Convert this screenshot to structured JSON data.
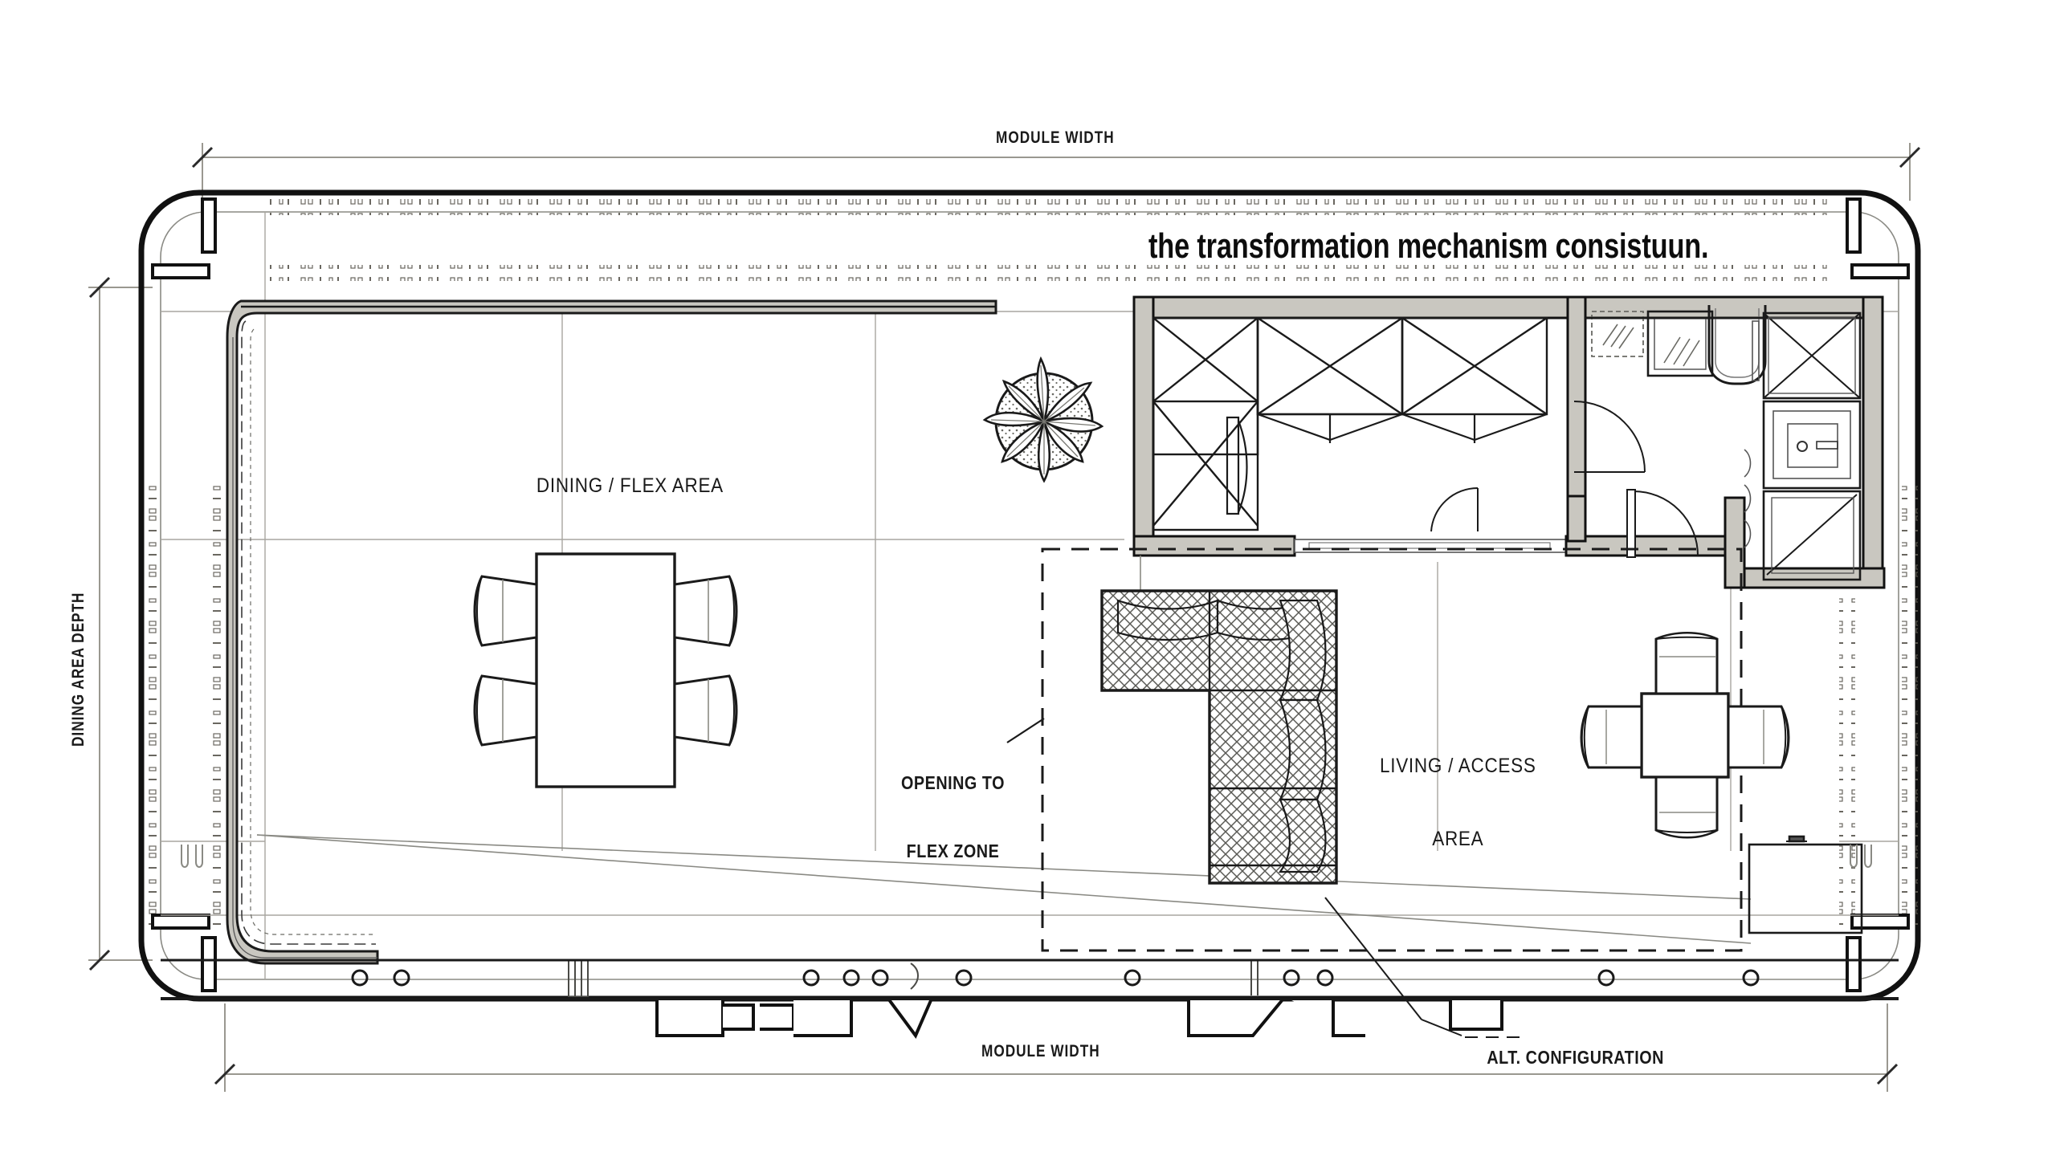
{
  "drawing": {
    "type": "architectural-floor-plan",
    "title": "the transformation mechanism consistuun.",
    "background_color": "#ffffff",
    "line_color": "#1a1a1a",
    "wall_fill_color": "#c9c7c0",
    "hatch_color": "#555555"
  },
  "dimensions": {
    "top": {
      "label": "MODULE WIDTH"
    },
    "bottom": {
      "label": "MODULE WIDTH"
    },
    "left": {
      "label": "DINING AREA DEPTH"
    }
  },
  "rooms": [
    {
      "id": "dining-flex",
      "label": "DINING / FLEX AREA",
      "lines": [
        "DINING / FLEX AREA"
      ]
    },
    {
      "id": "living-access",
      "label": "LIVING / ACCESS AREA",
      "lines": [
        "LIVING / ACCESS",
        "AREA"
      ]
    }
  ],
  "annotations": [
    {
      "id": "opening-flex",
      "lines": [
        "OPENING TO",
        "FLEX ZONE"
      ],
      "leader": "line-to-dashed-boundary"
    },
    {
      "id": "alt-config",
      "lines": [
        "ALT. CONFIGURATION"
      ],
      "leader": "dashed-line-to-sofa"
    }
  ],
  "furniture": [
    {
      "id": "dining-table",
      "type": "rectangular-table",
      "seats": 4
    },
    {
      "id": "square-table",
      "type": "square-table",
      "seats": 4
    },
    {
      "id": "sectional-sofa",
      "type": "l-shaped-sofa",
      "texture": "cross-hatch"
    },
    {
      "id": "plant",
      "type": "potted-plant-plan-symbol"
    }
  ],
  "fixtures": [
    {
      "id": "kitchen-upper-cabinets",
      "type": "cabinet-run",
      "symbol": "x-cross"
    },
    {
      "id": "tall-cabinet",
      "type": "tall-cabinet"
    },
    {
      "id": "sink",
      "type": "sink-basin"
    },
    {
      "id": "bathtub",
      "type": "tub"
    },
    {
      "id": "washer",
      "type": "appliance",
      "symbol": "x-cross"
    },
    {
      "id": "dryer",
      "type": "appliance",
      "symbol": "diagonal"
    },
    {
      "id": "wc",
      "type": "toilet"
    }
  ],
  "colors": {
    "ink": "#1a1a1a",
    "wall_gray": "#c9c7c0",
    "thin_gray": "#8a8a84",
    "hatch": "#4a4a4a",
    "dim_line": "#9a9890"
  }
}
